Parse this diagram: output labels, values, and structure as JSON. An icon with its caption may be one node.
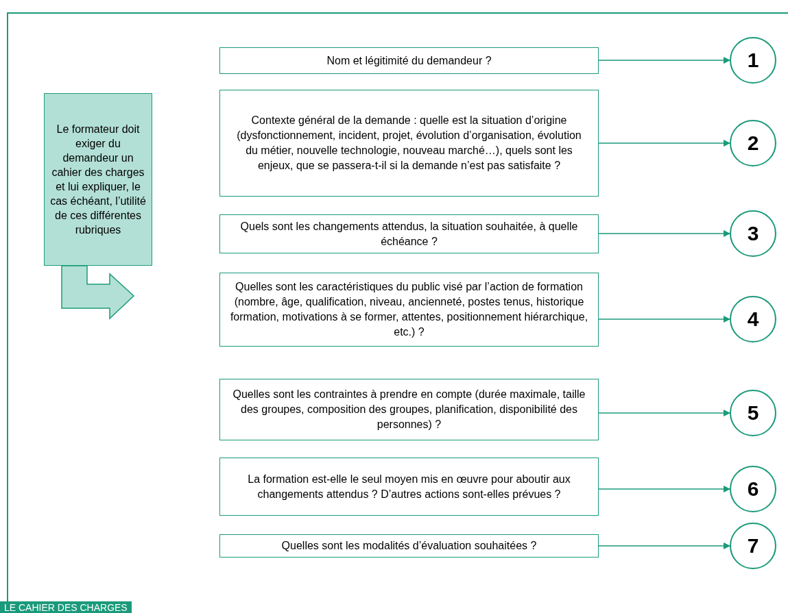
{
  "diagram": {
    "caption": "LE CAHIER DES CHARGES",
    "nodes": [
      {
        "text": [
          "Le formateur doit exiger du demandeur un cahier des charges et lui expliquer, le cas échéant, l’utilité de ces différentes rubriques"
        ]
      },
      {
        "text": [
          "Nom et légitimité du demandeur ?"
        ]
      },
      {
        "text": [
          "1"
        ]
      },
      {
        "text": [
          "Contexte général de la demande : quelle est la situation d’origine (dysfonctionnement, incident, projet, évolution d’organisation, évolution du métier, nouvelle technologie, nouveau marché…), quels sont les enjeux, que se passera-t-il si la demande n’est pas satisfaite ?"
        ]
      },
      {
        "text": [
          "2"
        ]
      },
      {
        "text": [
          "Quels sont les changements attendus, la situation souhaitée, à quelle échéance ?"
        ]
      },
      {
        "text": [
          "3"
        ]
      },
      {
        "text": [
          "Quelles sont les caractéristiques du public visé par l’action de formation (nombre, âge, qualification, niveau, ancienneté, postes tenus, historique formation, motivations à se former, attentes, positionnement hiérarchique, etc.) ?"
        ]
      },
      {
        "text": [
          "4"
        ]
      },
      {
        "text": [
          "Quelles sont les contraintes à prendre en compte (durée maximale, taille des groupes, composition des groupes, planification, disponibilité des personnes) ?"
        ]
      },
      {
        "text": [
          "5"
        ]
      },
      {
        "text": [
          "La formation est-elle le seul moyen mis en œuvre pour aboutir aux changements attendus ? D’autres actions sont-elles prévues ?"
        ]
      },
      {
        "text": [
          "6"
        ]
      },
      {
        "text": [
          "Quelles sont les modalités d’évaluation souhaitées ?"
        ]
      },
      {
        "text": [
          "7"
        ]
      }
    ],
    "edges": [
      {
        "from": 1,
        "to": 2,
        "arrow": "to"
      },
      {
        "from": 3,
        "to": 4,
        "arrow": "to"
      },
      {
        "from": 5,
        "to": 6,
        "arrow": "to"
      },
      {
        "from": 7,
        "to": 8,
        "arrow": "to"
      },
      {
        "from": 9,
        "to": 10,
        "arrow": "to"
      },
      {
        "from": 11,
        "to": 12,
        "arrow": "to"
      },
      {
        "from": 13,
        "to": 14,
        "arrow": "to"
      }
    ]
  }
}
